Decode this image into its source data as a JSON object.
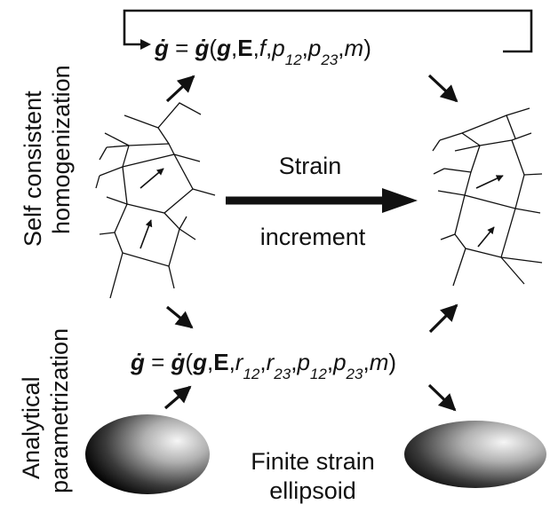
{
  "side_labels": {
    "top": [
      "Self consistent",
      "homogenization"
    ],
    "bottom": [
      "Analytical",
      "parametrization"
    ]
  },
  "center": {
    "line1": "Strain",
    "line2": "increment"
  },
  "equation_top": {
    "lhs": "ġ",
    "eq": " = ",
    "fn": "ġ",
    "open": "(",
    "g": "g",
    "c1": ",",
    "E": "E",
    "c2": ",",
    "f": "f",
    "c3": ",",
    "p12": "p",
    "p12_sub": "12",
    "c4": ",",
    "p23": "p",
    "p23_sub": "23",
    "c5": ",",
    "m": "m",
    "close": ")"
  },
  "equation_bottom": {
    "lhs": "ġ",
    "eq": " = ",
    "fn": "ġ",
    "open": "(",
    "g": "g",
    "c1": ",",
    "E": "E",
    "c2": ",",
    "r12": "r",
    "r12_sub": "12",
    "c3": ",",
    "r23": "r",
    "r23_sub": "23",
    "c4": ",",
    "p12": "p",
    "p12_sub": "12",
    "c5": ",",
    "p23": "p",
    "p23_sub": "23",
    "c6": ",",
    "m": "m",
    "close": ")"
  },
  "ellipsoid_caption": [
    "Finite strain",
    "ellipsoid"
  ],
  "colors": {
    "ink": "#111111",
    "ellipsoid_light": "#f4f4f4",
    "ellipsoid_dark": "#111111"
  }
}
